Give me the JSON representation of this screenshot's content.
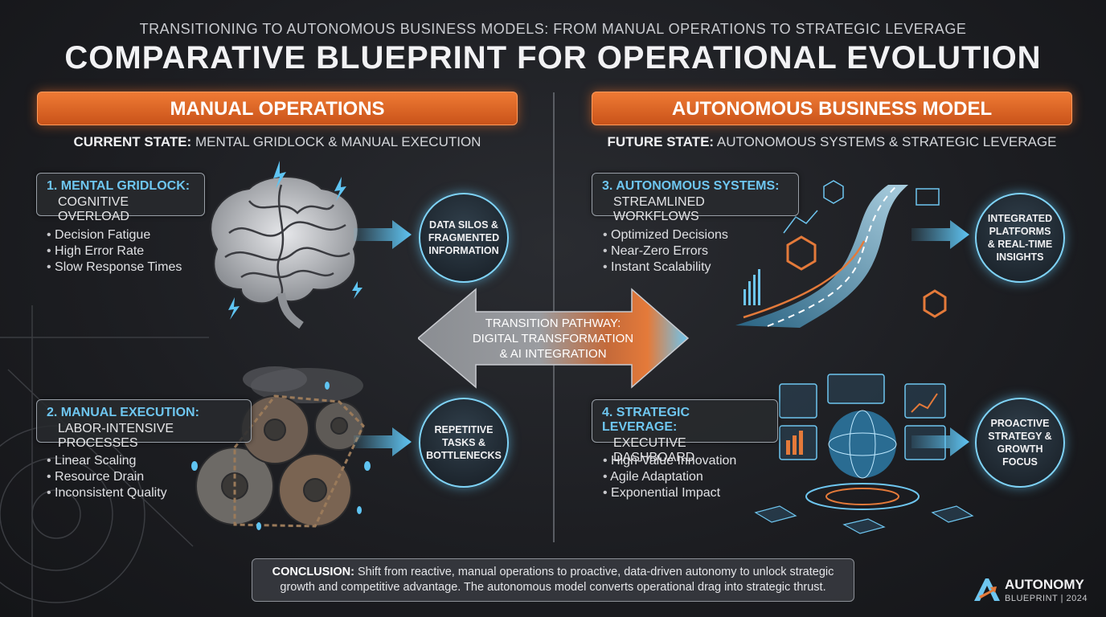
{
  "header": {
    "subtitle": "TRANSITIONING TO AUTONOMOUS BUSINESS MODELS: FROM MANUAL OPERATIONS TO STRATEGIC LEVERAGE",
    "title": "COMPARATIVE BLUEPRINT FOR OPERATIONAL EVOLUTION"
  },
  "left": {
    "banner": "MANUAL OPERATIONS",
    "state_label": "CURRENT STATE:",
    "state_text": "MENTAL GRIDLOCK & MANUAL EXECUTION",
    "section1": {
      "head": "1. MENTAL GRIDLOCK:",
      "sub": "COGNITIVE OVERLOAD",
      "bullets": [
        "Decision Fatigue",
        "High Error Rate",
        "Slow Response Times"
      ],
      "circle": "DATA SILOS & FRAGMENTED INFORMATION"
    },
    "section2": {
      "head": "2. MANUAL EXECUTION:",
      "sub": "LABOR-INTENSIVE PROCESSES",
      "bullets": [
        "Linear Scaling",
        "Resource Drain",
        "Inconsistent Quality"
      ],
      "circle": "REPETITIVE TASKS & BOTTLENECKS"
    }
  },
  "right": {
    "banner": "AUTONOMOUS BUSINESS MODEL",
    "state_label": "FUTURE STATE:",
    "state_text": "AUTONOMOUS SYSTEMS & STRATEGIC LEVERAGE",
    "section3": {
      "head": "3. AUTONOMOUS SYSTEMS:",
      "sub": "STREAMLINED WORKFLOWS",
      "bullets": [
        "Optimized Decisions",
        "Near-Zero Errors",
        "Instant Scalability"
      ],
      "circle": "INTEGRATED PLATFORMS & REAL-TIME INSIGHTS"
    },
    "section4": {
      "head": "4. STRATEGIC LEVERAGE:",
      "sub": "EXECUTIVE DASHBOARD",
      "bullets": [
        "High-Value Innovation",
        "Agile Adaptation",
        "Exponential Impact"
      ],
      "circle": "PROACTIVE STRATEGY & GROWTH FOCUS"
    }
  },
  "transition": {
    "line1": "TRANSITION PATHWAY:",
    "line2": "DIGITAL TRANSFORMATION",
    "line3": "& AI INTEGRATION"
  },
  "conclusion": {
    "label": "CONCLUSION:",
    "text": "Shift from reactive, manual operations to proactive, data-driven autonomy to unlock strategic growth and competitive advantage. The autonomous model converts operational drag into strategic thrust."
  },
  "logo": {
    "name": "AUTONOMY",
    "sub": "BLUEPRINT | 2024"
  },
  "colors": {
    "accent_orange": "#e8692a",
    "accent_blue": "#6ec6f0",
    "background": "#1c1d21"
  }
}
